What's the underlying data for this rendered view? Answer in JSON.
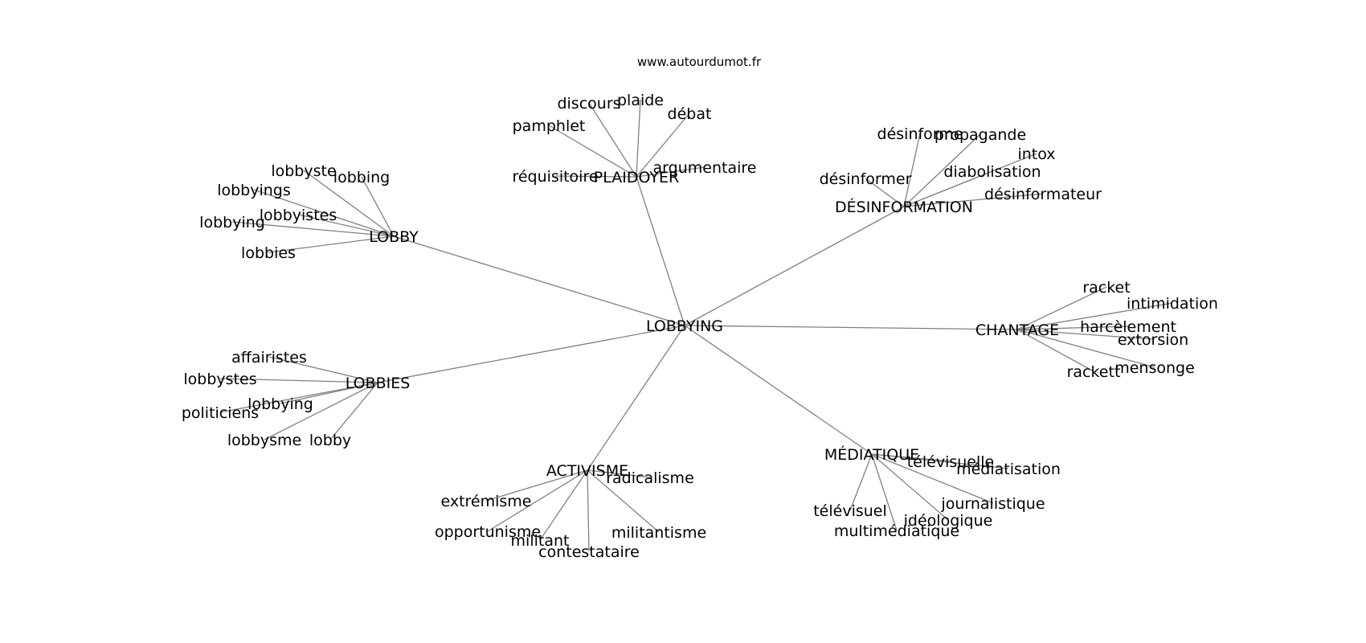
{
  "source": "www.autourdumot.fr",
  "center": "LOBBYING",
  "groups": [
    {
      "hub": "PLAIDOYER",
      "words": [
        "discours",
        "plaide",
        "débat",
        "pamphlet",
        "réquisitoire",
        "argumentaire"
      ]
    },
    {
      "hub": "DÉSINFORMATION",
      "words": [
        "désinforme",
        "propagande",
        "intox",
        "diabolisation",
        "désinformer",
        "désinformateur"
      ]
    },
    {
      "hub": "LOBBY",
      "words": [
        "lobbyste",
        "lobbing",
        "lobbyings",
        "lobbyistes",
        "lobbying",
        "lobbies"
      ]
    },
    {
      "hub": "CHANTAGE",
      "words": [
        "racket",
        "intimidation",
        "harcèlement",
        "extorsion",
        "mensonge",
        "rackett"
      ]
    },
    {
      "hub": "LOBBIES",
      "words": [
        "affairistes",
        "lobbystes",
        "lobbying",
        "politiciens",
        "lobbysme",
        "lobby"
      ]
    },
    {
      "hub": "MÉDIATIQUE",
      "words": [
        "télévisuelle",
        "médiatisation",
        "journalistique",
        "idéologique",
        "multimédiatique",
        "télévisuel"
      ]
    },
    {
      "hub": "ACTIVISME",
      "words": [
        "radicalisme",
        "extrémisme",
        "opportunisme",
        "militant",
        "contestataire",
        "militantisme"
      ]
    }
  ]
}
